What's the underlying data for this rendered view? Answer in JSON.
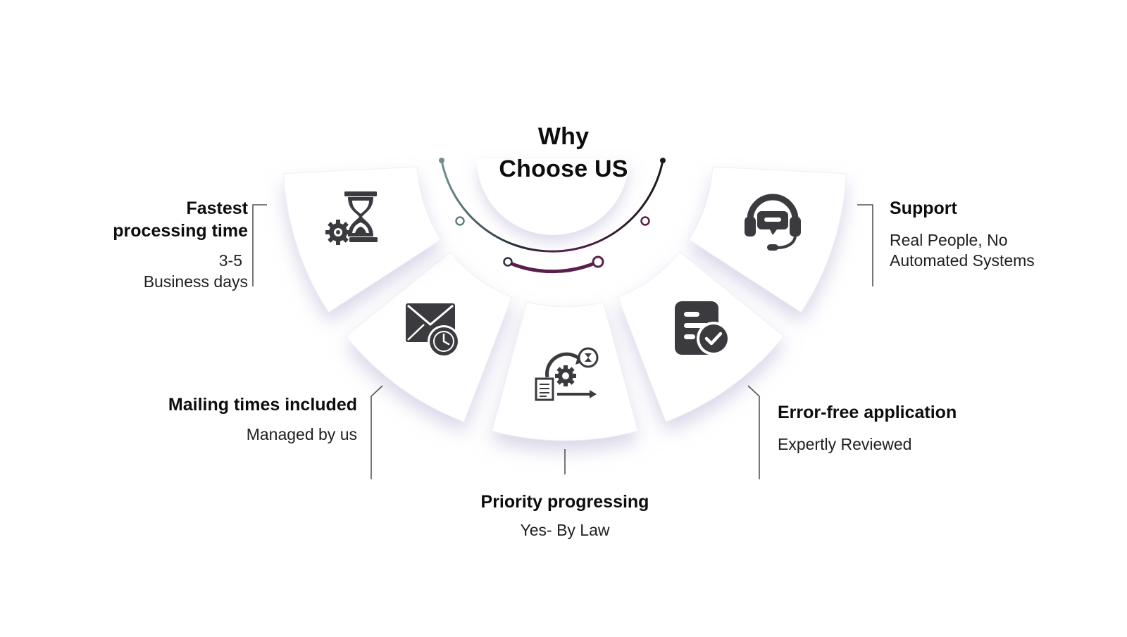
{
  "title": {
    "line1": "Why",
    "line2": "Choose US"
  },
  "features": [
    {
      "title_lines": [
        "Fastest",
        "processing time"
      ],
      "subtitle_lines": [
        "3-5",
        "Business days"
      ],
      "icon": "hourglass-gear-icon"
    },
    {
      "title_lines": [
        "Mailing times included"
      ],
      "subtitle_lines": [
        "Managed by us"
      ],
      "icon": "envelope-clock-icon"
    },
    {
      "title_lines": [
        "Priority progressing"
      ],
      "subtitle_lines": [
        "Yes- By Law"
      ],
      "icon": "document-gear-cycle-icon"
    },
    {
      "title_lines": [
        "Error-free application"
      ],
      "subtitle_lines": [
        "Expertly Reviewed"
      ],
      "icon": "checklist-check-icon"
    },
    {
      "title_lines": [
        "Support"
      ],
      "subtitle_lines": [
        "Real People, No",
        "Automated Systems"
      ],
      "icon": "headset-chat-icon"
    }
  ],
  "colors": {
    "icon": "#3a3a3f",
    "arc_start": "#6f8f8f",
    "arc_middle": "#5a1f4a",
    "arc_end": "#1a1a1a",
    "connector": "#555555",
    "segment_fill": "#ffffff",
    "segment_shadow": "#b9b6d6"
  }
}
